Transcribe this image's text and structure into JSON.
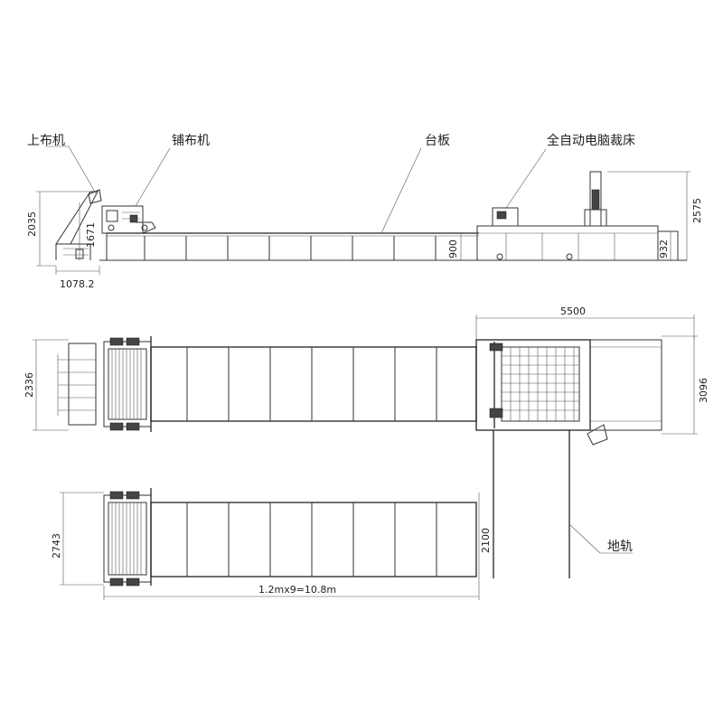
{
  "labels": {
    "loader": "上布机",
    "spreader": "铺布机",
    "table": "台板",
    "cutter": "全自动电脑裁床",
    "rail": "地轨"
  },
  "dimensions": {
    "loader_height": "2035",
    "spreader_height": "1671",
    "loader_depth": "1078.2",
    "table_height": "900",
    "cutter_height": "2575",
    "cutter_table_height": "932",
    "cutter_length": "5500",
    "upper_width": "2336",
    "cutter_width": "3096",
    "lower_width": "2743",
    "rail_span": "2100",
    "table_length": "1.2mx9=10.8m"
  }
}
